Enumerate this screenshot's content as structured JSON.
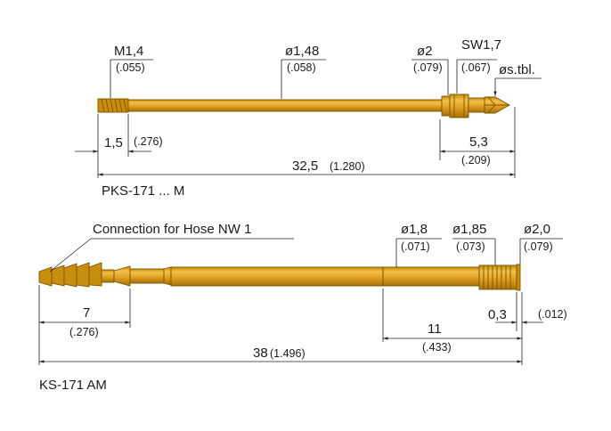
{
  "probe_top": {
    "caption": "PKS-171 ... M",
    "dims": {
      "thread": {
        "mm": "M1,4",
        "inch": "(.055)"
      },
      "body_dia": {
        "mm": "ø1,48",
        "inch": "(.058)"
      },
      "collar_dia": {
        "mm": "ø2",
        "inch": "(.079)"
      },
      "wrench": {
        "mm": "SW1,7",
        "inch": "(.067)"
      },
      "tip": {
        "mm": "øs.tbl."
      },
      "thread_len": {
        "mm": "1,5",
        "inch": "(.276)"
      },
      "tip_len": {
        "mm": "5,3",
        "inch": "(.209)"
      },
      "overall_len": {
        "mm": "32,5",
        "inch": "(1.280)"
      }
    }
  },
  "probe_bottom": {
    "caption": "KS-171 AM",
    "hose_label": "Connection for Hose NW 1",
    "dims": {
      "dia_a": {
        "mm": "ø1,8",
        "inch": "(.071)"
      },
      "dia_b": {
        "mm": "ø1,85",
        "inch": "(.073)"
      },
      "dia_c": {
        "mm": "ø2,0",
        "inch": "(.079)"
      },
      "hose_len": {
        "mm": "7",
        "inch": "(.276)"
      },
      "collar_len": {
        "mm": "11",
        "inch": "(.433)"
      },
      "rim_len": {
        "mm": "0,3",
        "inch": "(.012)"
      },
      "overall_len": {
        "mm": "38",
        "inch": "(1.496)"
      }
    }
  },
  "colors": {
    "brass": "#e3a82b",
    "brass_dark": "#b07a08",
    "line": "#222222"
  }
}
